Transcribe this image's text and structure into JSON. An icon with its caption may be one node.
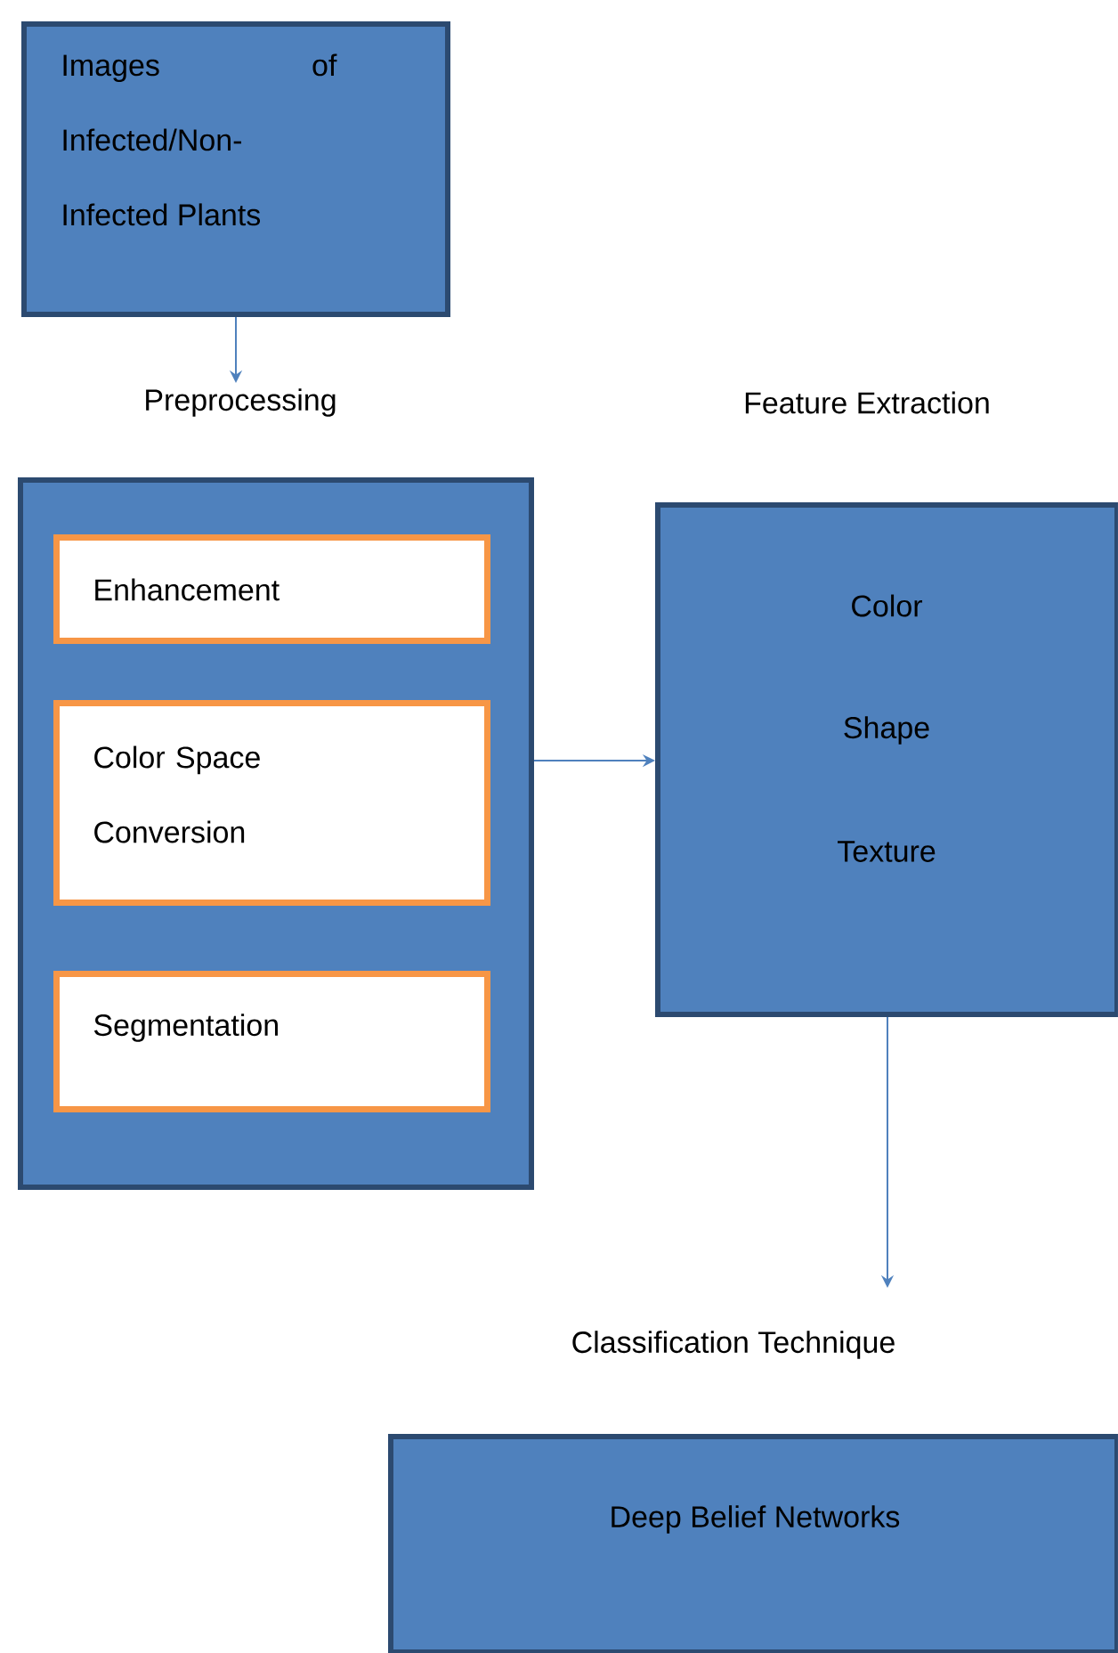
{
  "diagram": {
    "nodes": [
      {
        "text": [
          "Images of Infected/Non-Infected Plants"
        ]
      },
      {
        "text": [
          "Preprocessing"
        ]
      },
      {
        "text": [
          "Enhancement"
        ],
        "in": 1
      },
      {
        "text": [
          "Color Space Conversion"
        ],
        "in": 1
      },
      {
        "text": [
          "Segmentation"
        ],
        "in": 1
      },
      {
        "text": [
          "Feature Extraction",
          "Color",
          "Shape",
          "Texture"
        ]
      },
      {
        "text": [
          "Classification Technique",
          "Deep Belief Networks"
        ]
      }
    ],
    "edges": [
      {
        "from": 0,
        "to": 1,
        "arrow": "to"
      },
      {
        "from": 1,
        "to": 5,
        "arrow": "to"
      },
      {
        "from": 5,
        "to": 6,
        "arrow": "to"
      }
    ]
  }
}
